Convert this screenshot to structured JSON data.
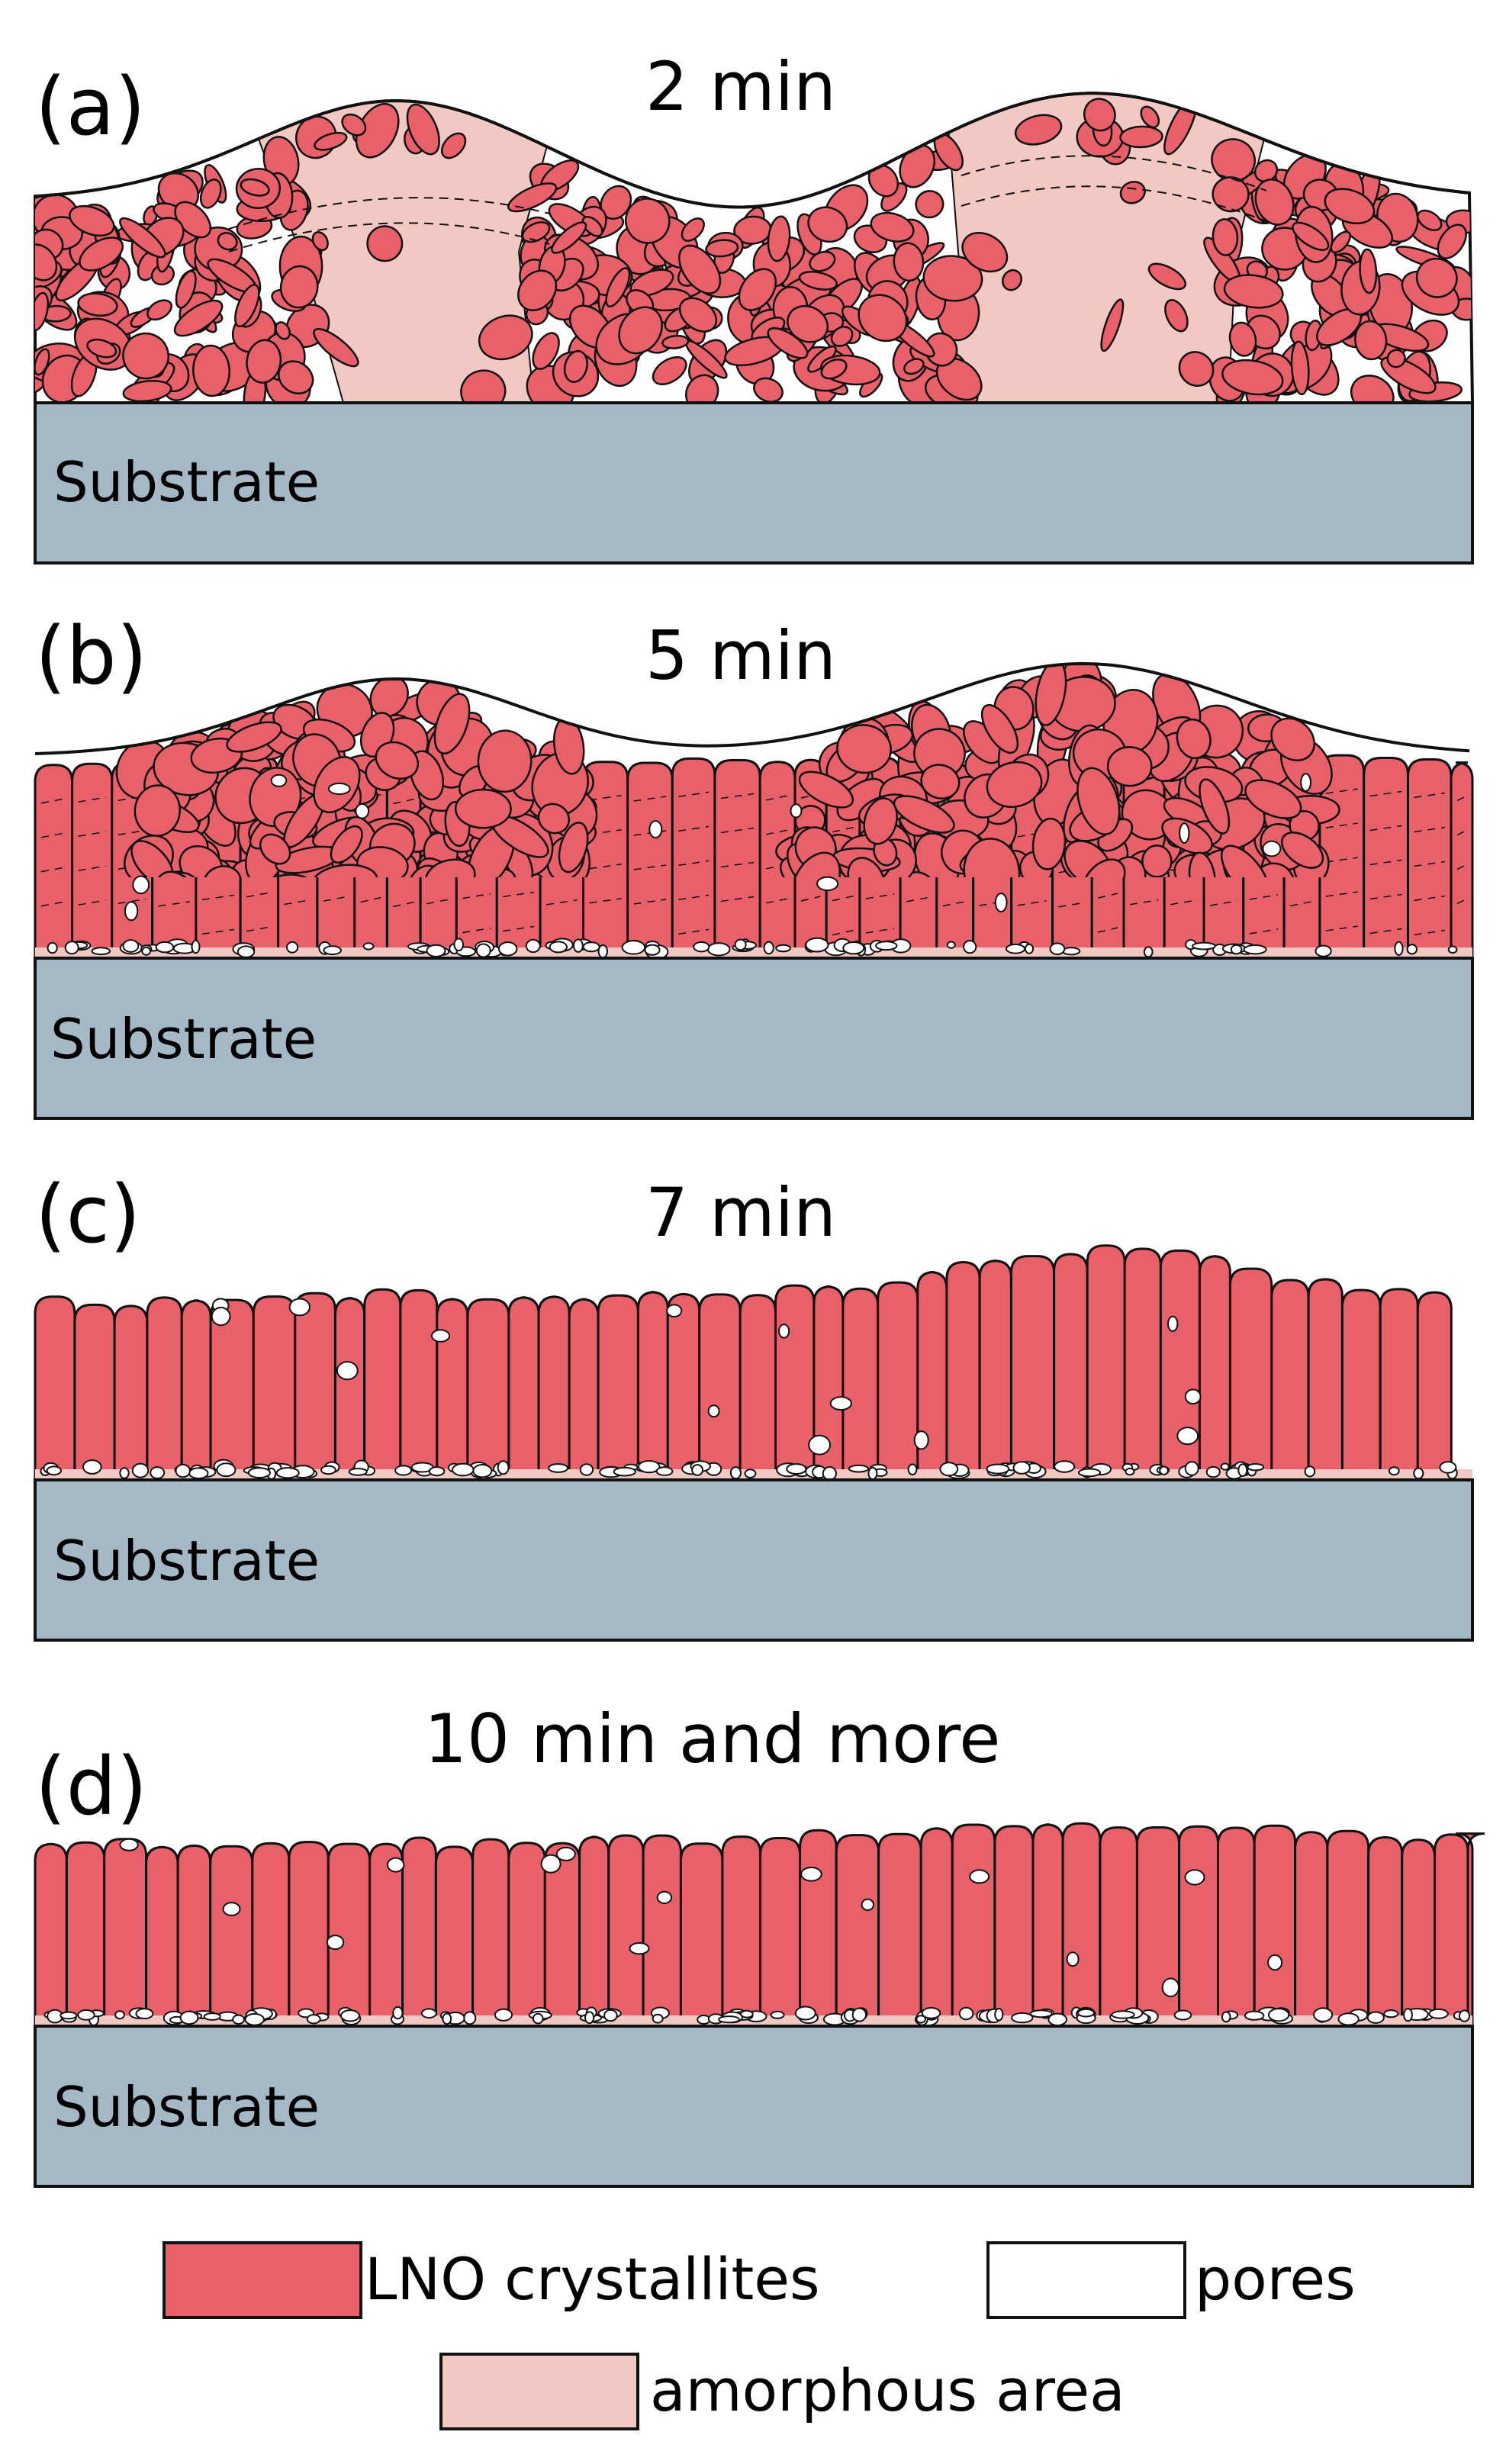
{
  "colors": {
    "crystallite": "#e8606a",
    "amorphous": "#f2c8c2",
    "pore": "#ffffff",
    "substrate": "#a5b8c6",
    "outline": "#111111"
  },
  "panels": [
    {
      "id": "a",
      "letter": "(a)",
      "time": "2 min",
      "substrate": "Substrate"
    },
    {
      "id": "b",
      "letter": "(b)",
      "time": "5 min",
      "substrate": "Substrate"
    },
    {
      "id": "c",
      "letter": "(c)",
      "time": "7 min",
      "substrate": "Substrate"
    },
    {
      "id": "d",
      "letter": "(d)",
      "time": "10 min and more",
      "substrate": "Substrate"
    }
  ],
  "legend": {
    "crystallites": "LNO crystallites",
    "pores": "pores",
    "amorphous": "amorphous area"
  }
}
